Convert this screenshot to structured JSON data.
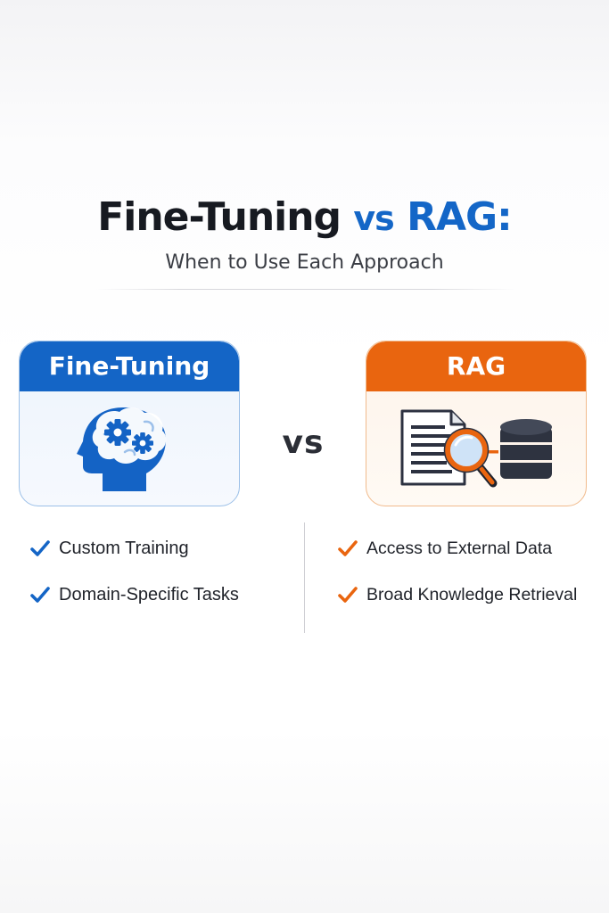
{
  "header": {
    "title_part1": "Fine-Tuning",
    "title_vs": "vs",
    "title_part2": "RAG:",
    "subtitle": "When to Use Each Approach"
  },
  "left_card": {
    "heading": "Fine-Tuning",
    "icon": "brain-gears-icon",
    "color": "#1465c6"
  },
  "vs_label": "vs",
  "right_card": {
    "heading": "RAG",
    "icon": "document-search-database-icon",
    "color": "#e9650f"
  },
  "left_list": [
    {
      "label": "Custom Training",
      "icon": "check-icon"
    },
    {
      "label": "Domain-Specific Tasks",
      "icon": "check-icon"
    }
  ],
  "right_list": [
    {
      "label": "Access to External Data",
      "icon": "check-icon"
    },
    {
      "label": "Broad Knowledge Retrieval",
      "icon": "check-icon"
    }
  ]
}
